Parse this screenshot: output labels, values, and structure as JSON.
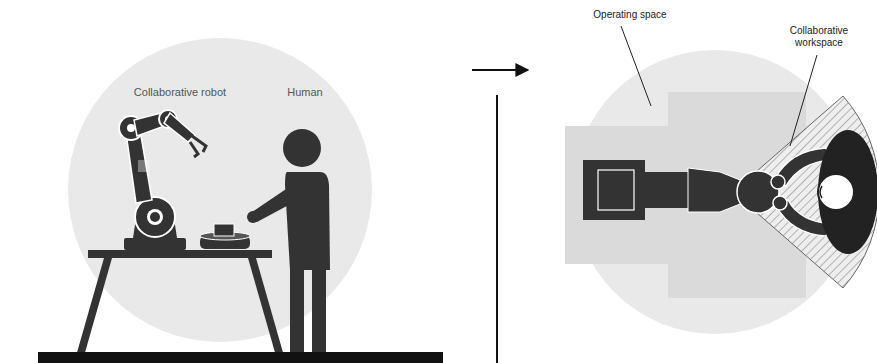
{
  "diagram": {
    "labels": [
      "Collaborative robot",
      "Human",
      "Operating space",
      "Collaborative workspace"
    ]
  }
}
